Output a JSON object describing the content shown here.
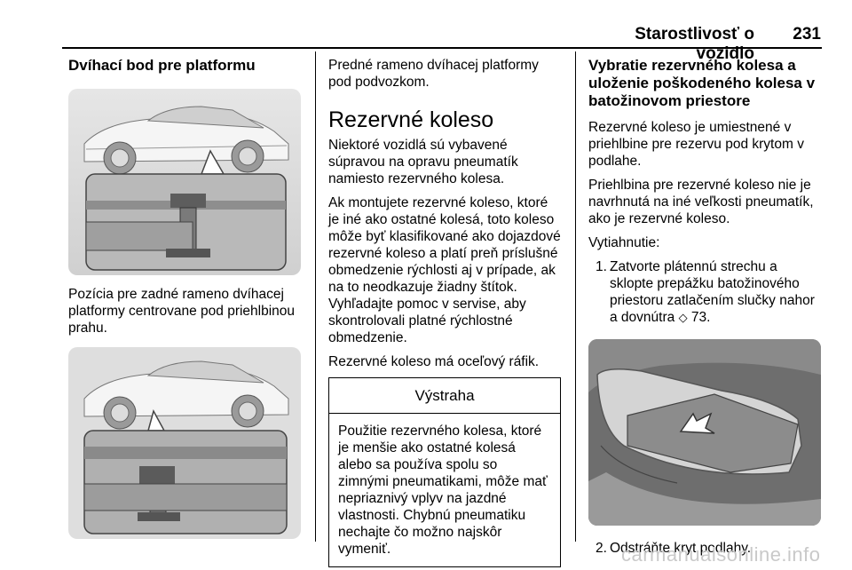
{
  "header": {
    "title": "Starostlivosť o vozidlo",
    "page_number": "231"
  },
  "col1": {
    "heading": "Dvíhací bod pre platformu",
    "caption1": "Pozícia pre zadné rameno dvíhacej platformy centrovane pod priehlbinou prahu."
  },
  "col2": {
    "intro": "Predné rameno dvíhacej platformy pod podvozkom.",
    "section_heading": "Rezervné koleso",
    "para1": "Niektoré vozidlá sú vybavené súpravou na opravu pneumatík namiesto rezervného kolesa.",
    "para2": "Ak montujete rezervné koleso, ktoré je iné ako ostatné kolesá, toto koleso môže byť klasifikované ako dojazdové rezervné koleso a platí preň príslušné obmedzenie rýchlosti aj v prípade, ak na to neodkazuje žiadny štítok. Vyhľadajte pomoc v servise, aby skontrolovali platné rýchlostné obmedzenie.",
    "para3": "Rezervné koleso má oceľový ráfik.",
    "warning_title": "Výstraha",
    "warning_text": "Použitie rezervného kolesa, ktoré je menšie ako ostatné kolesá alebo sa používa spolu so zimnými pneumatikami, môže mať nepriaznivý vplyv na jazdné vlastnosti. Chybnú pneumatiku nechajte čo možno najskôr vymeniť."
  },
  "col3": {
    "heading": "Vybratie rezervného kolesa a uloženie poškodeného kolesa v batožinovom priestore",
    "para1": "Rezervné koleso je umiestnené v priehlbine pre rezervu pod krytom v podlahe.",
    "para2": "Priehlbina pre rezervné koleso nie je navrhnutá na iné veľkosti pneumatík, ako je rezervné koleso.",
    "para3": "Vytiahnutie:",
    "step1_num": "1.",
    "step1_text": "Zatvorte plátennú strechu a sklopte prepážku batožinového priestoru zatlačením slučky nahor a dovnútra",
    "step1_ref_symbol": "◇",
    "step1_ref": "73.",
    "step2_num": "2.",
    "step2_text": "Odstráňte kryt podlahy."
  },
  "watermark": "carmanualsonline.info"
}
